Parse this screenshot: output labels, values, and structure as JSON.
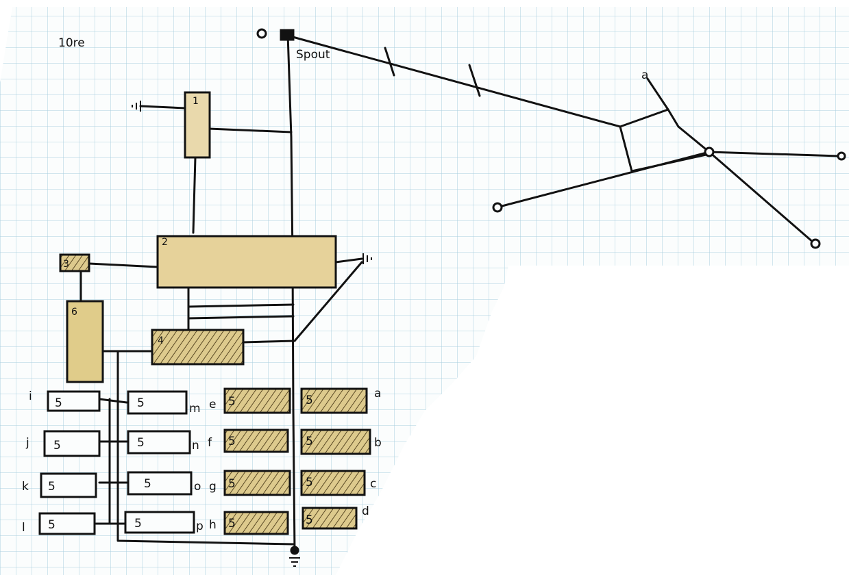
{
  "sheet": {
    "title_scrawl": "10re",
    "colors": {
      "paper": "#fbfdfd",
      "grid": "#a9cfdf",
      "ink": "#121212",
      "fill_light": "#e6d6a8",
      "fill_mid": "#d6c27e"
    }
  },
  "labels": {
    "spout": "Spout",
    "box1": "1",
    "box2": "2",
    "box3": "3",
    "box4": "4",
    "box6": "6",
    "box5": "5",
    "port_a": "a",
    "letters_right": [
      "a",
      "b",
      "c",
      "d"
    ],
    "letters_mid": [
      "e",
      "f",
      "g",
      "h"
    ],
    "letters_inner": [
      "m",
      "n",
      "o",
      "p"
    ],
    "letters_left": [
      "i",
      "j",
      "k",
      "l"
    ]
  }
}
